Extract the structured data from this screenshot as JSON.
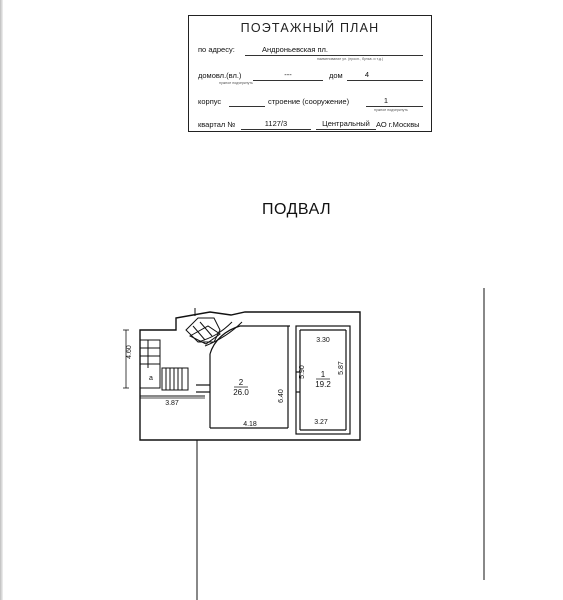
{
  "stamp": {
    "title": "ПОЭТАЖНЫЙ ПЛАН",
    "address_label": "по адресу:",
    "address_value": "Андроньевская пл.",
    "address_hint": "наименование ул. (просп., бульв. и т.д.)",
    "domovl_label": "домовл.(вл.)",
    "domovl_value": "---",
    "domovl_hint": "нужное подчеркнуть",
    "dom_label": "дом",
    "dom_value": "4",
    "korpus_label": "корпус",
    "stroenie_label": "строение (сооружение)",
    "stroenie_value": "1",
    "stroenie_hint": "нужное подчеркнуть",
    "kvartal_label": "квартал №",
    "kvartal_value": "1127/3",
    "district_value": "Центральный",
    "district_suffix": "АО г.Москвы"
  },
  "floor_title": "ПОДВАЛ",
  "plan": {
    "room_1_number": "1",
    "room_1_area": "19.2",
    "room_2_number": "2",
    "room_2_area": "26.0",
    "room_a_label": "а",
    "dim_330": "3.30",
    "dim_590": "5.90",
    "dim_587": "5.87",
    "dim_327": "3.27",
    "dim_640": "6.40",
    "dim_418": "4.18",
    "dim_387": "3.87",
    "dim_460": "4.60"
  }
}
